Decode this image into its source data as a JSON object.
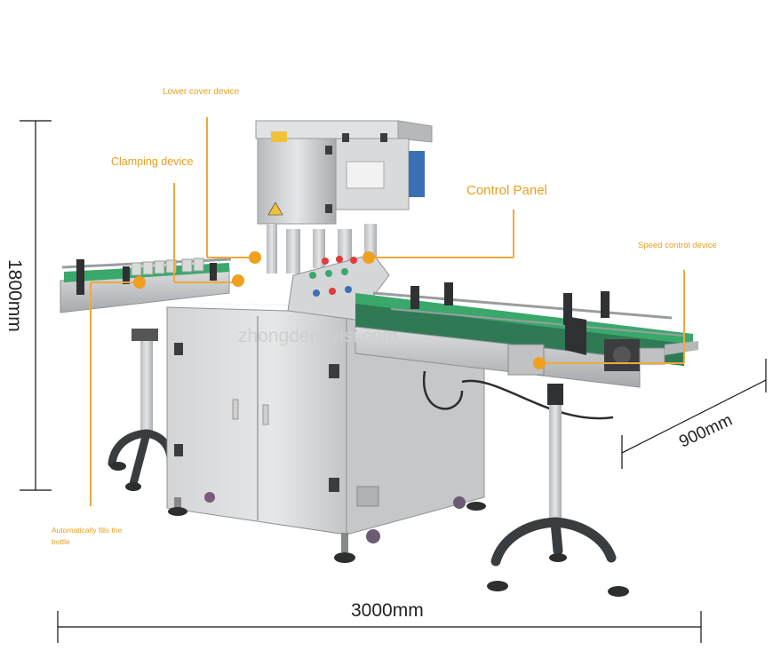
{
  "labels": {
    "lower_cover_device": "Lower cover device",
    "clamping_device": "Clamping device",
    "control_panel": "Control Panel",
    "speed_control_device": "Speed control device",
    "auto_fill_line1": "Automatically fills the",
    "auto_fill_line2": "bottle"
  },
  "dimensions": {
    "height": "1800mm",
    "depth": "900mm",
    "width": "3000mm"
  },
  "watermark": "zhongdengyisi.com",
  "colors": {
    "label": "#e8a020",
    "leader": "#f0a93a",
    "steel": "#c9cbcd",
    "belt": "#3aa86b",
    "dark_base": "#3a3d40"
  }
}
